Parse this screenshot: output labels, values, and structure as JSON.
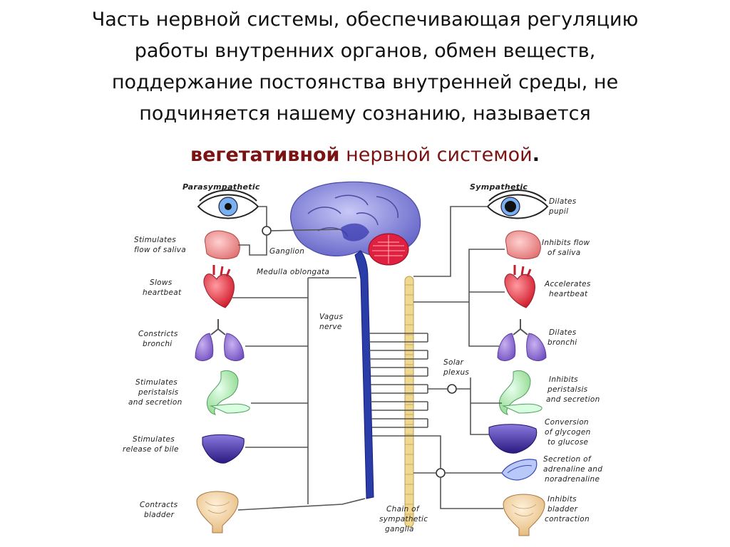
{
  "title": {
    "lines": [
      "Часть нервной системы, обеспечивающая регуляцию",
      "работы внутренних органов, обмен веществ,",
      "поддержание постоянства внутренней среды, не",
      "подчиняется нашему сознанию, называется"
    ]
  },
  "conclusion": {
    "highlight": "вегетативной",
    "rest": " нервной системой",
    "end": "."
  },
  "diagram": {
    "parasympathetic_title": "Parasympathetic",
    "sympathetic_title": "Sympathetic",
    "ganglion": "Ganglion",
    "medulla": "Medulla oblongata",
    "vagus": [
      "Vagus",
      "nerve"
    ],
    "solar": [
      "Solar",
      "plexus"
    ],
    "chain": [
      "Chain of",
      "sympathetic",
      "ganglia"
    ],
    "left_labels": [
      [
        "Stimulates",
        "flow of saliva"
      ],
      [
        "Slows",
        "heartbeat"
      ],
      [
        "Constricts",
        "bronchi"
      ],
      [
        "Stimulates",
        "peristalsis",
        "and secretion"
      ],
      [
        "Stimulates",
        "release of bile"
      ],
      [
        "Contracts",
        "bladder"
      ]
    ],
    "right_labels": [
      [
        "Dilates",
        "pupil"
      ],
      [
        "Inhibits flow",
        "of saliva"
      ],
      [
        "Accelerates",
        "heartbeat"
      ],
      [
        "Dilates",
        "bronchi"
      ],
      [
        "Inhibits",
        "peristalsis",
        "and secretion"
      ],
      [
        "Conversion",
        "of glycogen",
        "to glucose"
      ],
      [
        "Secretion of",
        "adrenaline and",
        "noradrenaline"
      ],
      [
        "Inhibits",
        "bladder",
        "contraction"
      ]
    ]
  },
  "colors": {
    "brain": "#8c8ce0",
    "cerebellum": "#e02040",
    "spine_blue": "#2a3ca8",
    "spine_chain": "#f0d890",
    "heart": "#e83040",
    "lungs": "#8a6ad0",
    "stomach": "#a8e890",
    "liver": "#5a4ab0",
    "bladder": "#f0d0a0",
    "gland": "#f09090"
  }
}
